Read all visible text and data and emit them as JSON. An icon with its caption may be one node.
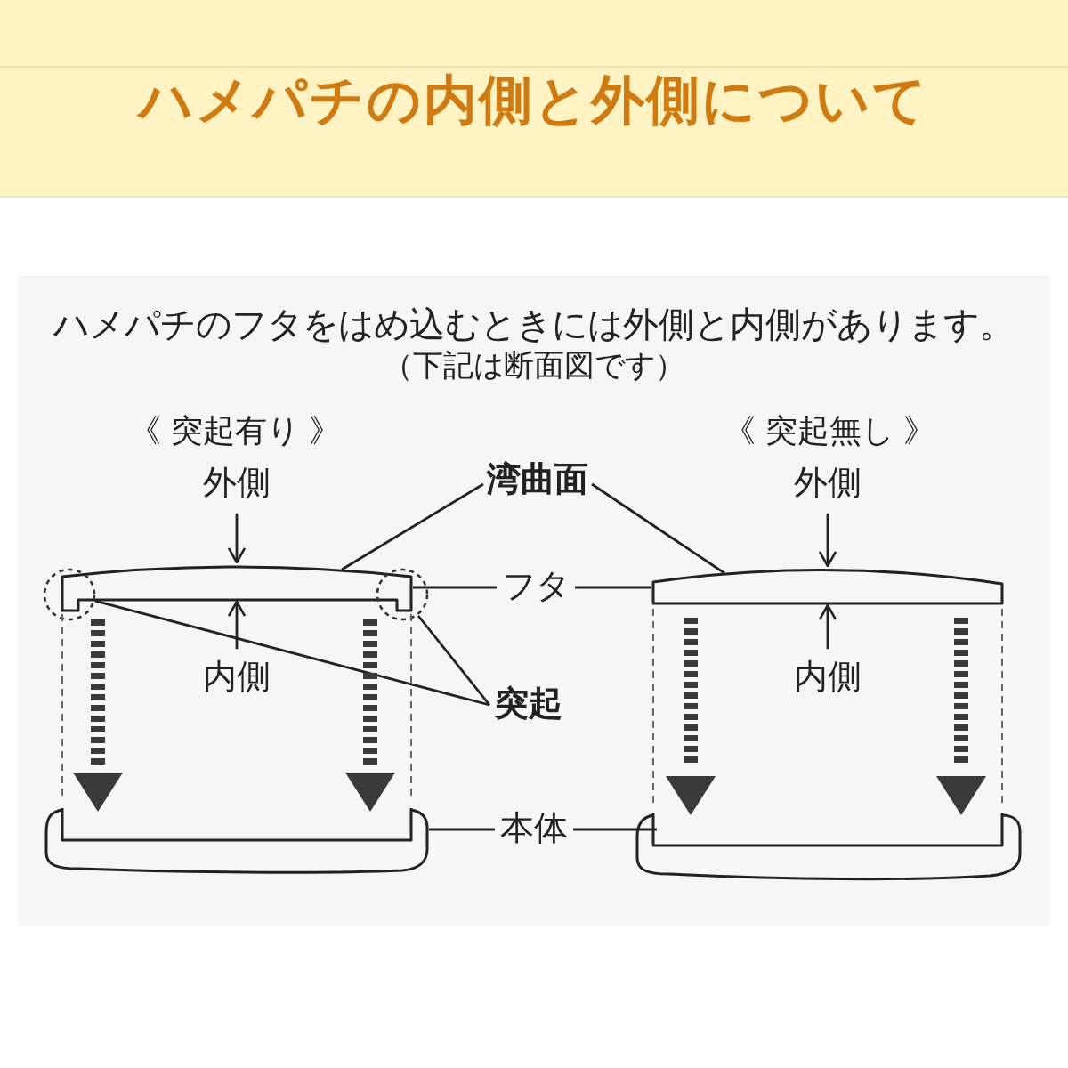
{
  "diagram": {
    "title": "ハメパチの内側と外側について",
    "nodes": [
      {
        "text": [
          "外側"
        ]
      },
      {
        "text": [
          "湾曲面"
        ]
      },
      {
        "text": [
          "外側"
        ]
      },
      {
        "text": [],
        "shape": "bar"
      },
      {
        "text": [
          "フタ"
        ]
      },
      {
        "text": [],
        "shape": "bar"
      },
      {
        "text": [],
        "shape": "circle"
      },
      {
        "text": [],
        "shape": "circle"
      },
      {
        "text": [
          "内側"
        ]
      },
      {
        "text": [
          "内側"
        ]
      },
      {
        "text": [
          "突起"
        ]
      },
      {
        "text": [],
        "shape": "tray"
      },
      {
        "text": [
          "本体"
        ]
      },
      {
        "text": [],
        "shape": "tray"
      }
    ],
    "edges": [
      {
        "from": 0,
        "to": 3,
        "arrow": "to"
      },
      {
        "from": 2,
        "to": 5,
        "arrow": "to"
      },
      {
        "from": 1,
        "to": 3,
        "arrow": "none"
      },
      {
        "from": 1,
        "to": 5,
        "arrow": "none"
      },
      {
        "from": 4,
        "to": 3,
        "arrow": "none"
      },
      {
        "from": 4,
        "to": 5,
        "arrow": "none"
      },
      {
        "from": 8,
        "to": 3,
        "arrow": "to"
      },
      {
        "from": 9,
        "to": 5,
        "arrow": "to"
      },
      {
        "from": 10,
        "to": 6,
        "arrow": "none"
      },
      {
        "from": 10,
        "to": 7,
        "arrow": "none"
      },
      {
        "from": 12,
        "to": 11,
        "arrow": "none"
      },
      {
        "from": 12,
        "to": 13,
        "arrow": "none"
      },
      {
        "from": 3,
        "to": 11,
        "arrow": "to",
        "style": "dashed"
      },
      {
        "from": 3,
        "to": 11,
        "arrow": "to",
        "style": "dashed"
      },
      {
        "from": 5,
        "to": 13,
        "arrow": "to",
        "style": "dashed"
      },
      {
        "from": 5,
        "to": 13,
        "arrow": "to",
        "style": "dashed"
      },
      {
        "from": 3,
        "to": 11,
        "arrow": "none",
        "style": "dashed"
      },
      {
        "from": 3,
        "to": 11,
        "arrow": "none",
        "style": "dashed"
      },
      {
        "from": 5,
        "to": 13,
        "arrow": "none",
        "style": "dashed"
      },
      {
        "from": 5,
        "to": 13,
        "arrow": "none",
        "style": "dashed"
      }
    ],
    "labels": [
      "ハメパチのフタをはめ込むときには外側と内側があります。",
      "（下記は断面図です）",
      "《 突起有り 》",
      "《 突起無し 》"
    ]
  }
}
